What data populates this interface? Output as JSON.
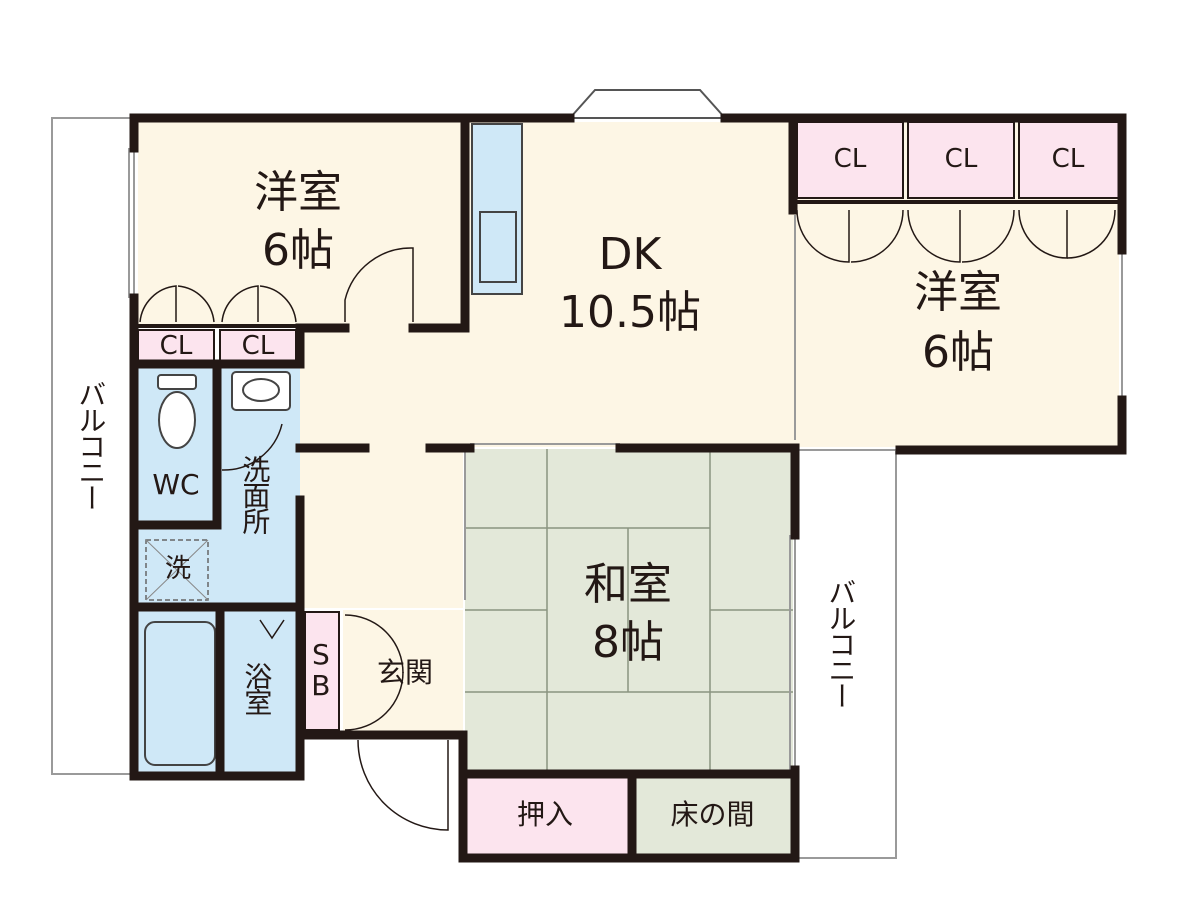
{
  "colors": {
    "wall": "#231815",
    "western": "#fdf6e5",
    "closet": "#fce4ee",
    "water": "#cfe8f7",
    "tatami": "#e3e8d9",
    "balcony": "#ffffff"
  },
  "rooms": {
    "western_left": {
      "name": "洋室",
      "size": "6帖"
    },
    "dk": {
      "name": "DK",
      "size": "10.5帖"
    },
    "western_right": {
      "name": "洋室",
      "size": "6帖"
    },
    "washitsu": {
      "name": "和室",
      "size": "8帖"
    },
    "wc": "WC",
    "washroom": "洗面所",
    "washer": "洗",
    "bath": "浴室",
    "entrance": "玄関",
    "shoebox": "SB",
    "oshiire": "押入",
    "tokonoma": "床の間",
    "cl1": "CL",
    "cl2": "CL",
    "cl3": "CL",
    "cl4": "CL",
    "cl5": "CL",
    "balcony_left": "バルコニー",
    "balcony_right": "バルコニー"
  }
}
